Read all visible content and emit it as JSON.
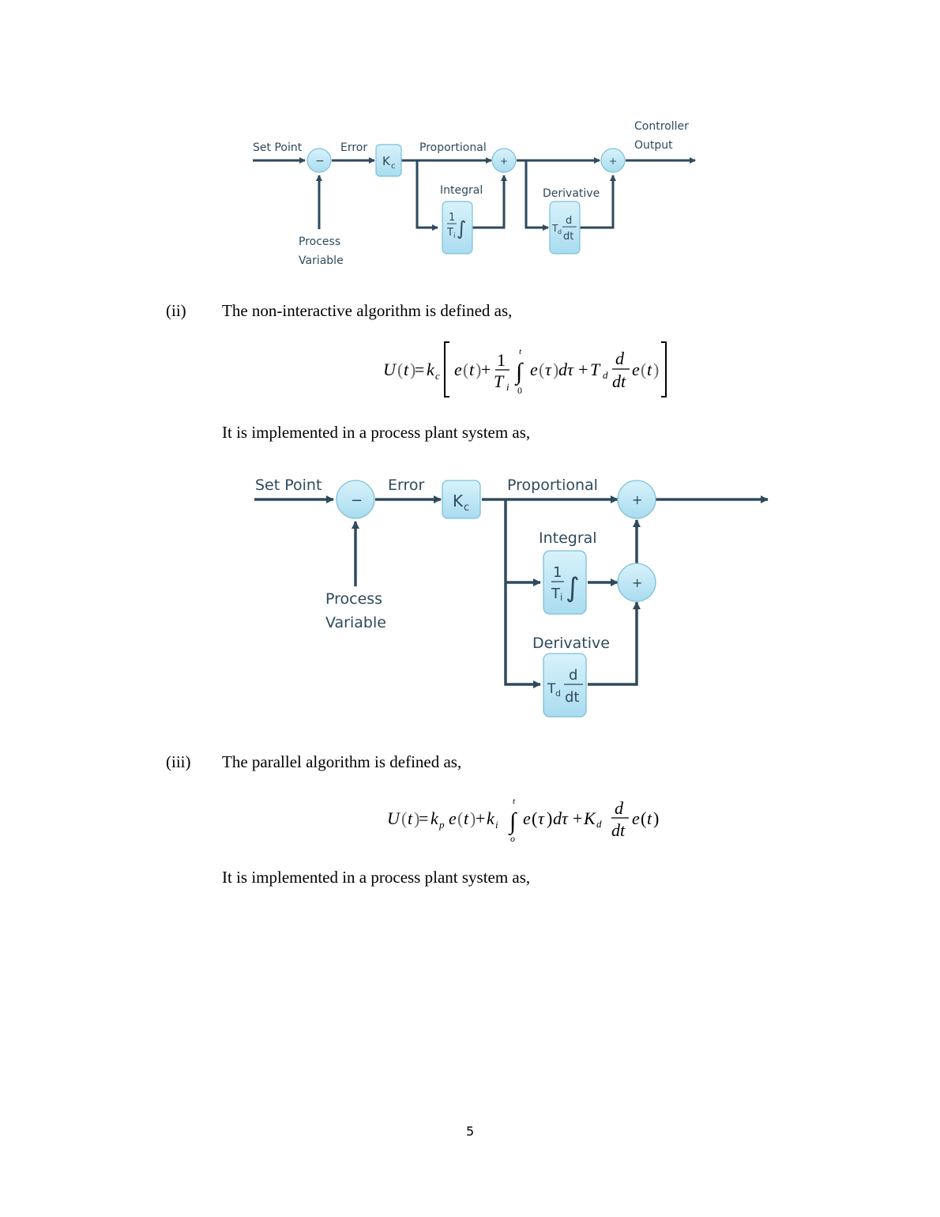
{
  "diagram1": {
    "labels": {
      "set_point": "Set Point",
      "error": "Error",
      "gain": "K",
      "gain_sub": "c",
      "proportional": "Proportional",
      "integral": "Integral",
      "derivative": "Derivative",
      "process_variable_1": "Process",
      "process_variable_2": "Variable",
      "controller_output_1": "Controller",
      "controller_output_2": "Output",
      "minus": "−",
      "plus": "+",
      "int_num": "1",
      "int_den": "T",
      "int_den_sub": "i",
      "int_sym": "∫",
      "der_coef": "T",
      "der_coef_sub": "d",
      "der_num": "d",
      "der_den": "dt"
    }
  },
  "section_ii": {
    "number": "(ii)",
    "text": "The non-interactive algorithm is defined as,",
    "equation": "U(t)=kc[e(t)+1/Ti ∫0^t e(τ)dτ+Td d/dt e(t)]",
    "implemented": "It is implemented in a process plant system as,"
  },
  "diagram2": {
    "labels": {
      "set_point": "Set Point",
      "error": "Error",
      "gain": "K",
      "gain_sub": "c",
      "proportional": "Proportional",
      "integral": "Integral",
      "derivative": "Derivative",
      "process_variable_1": "Process",
      "process_variable_2": "Variable",
      "minus": "−",
      "plus": "+",
      "int_num": "1",
      "int_den": "T",
      "int_den_sub": "i",
      "int_sym": "∫",
      "der_coef": "T",
      "der_coef_sub": "d",
      "der_num": "d",
      "der_den": "dt"
    }
  },
  "section_iii": {
    "number": "(iii)",
    "text": "The parallel algorithm is defined as,",
    "equation": "U(t)=kp e(t)+ki ∫o^t e(τ)dτ+Kd d/dt e(t)",
    "implemented": "It is implemented in a process plant system as,"
  },
  "page_number": "5"
}
